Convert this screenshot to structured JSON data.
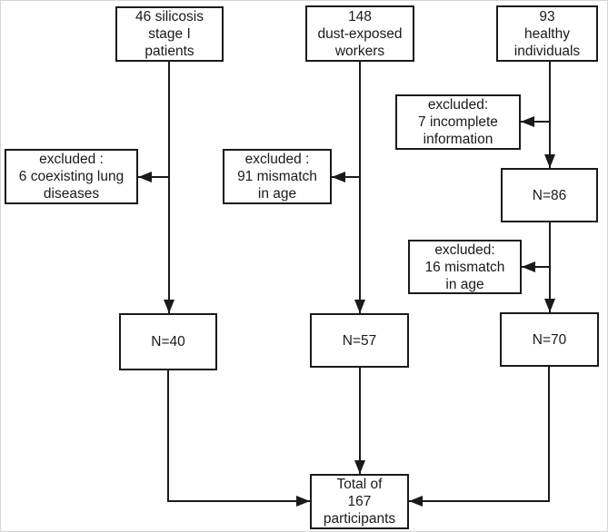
{
  "colors": {
    "ink": "#1a1a1a",
    "background": "#ffffff"
  },
  "nodes": {
    "silicosis": {
      "text": "46 silicosis\nstage I\npatients"
    },
    "dust": {
      "text": "148\ndust-exposed\nworkers"
    },
    "healthy": {
      "text": "93\nhealthy\nindividuals"
    },
    "excluded_lung": {
      "text": "excluded :\n6 coexisting lung\ndiseases"
    },
    "excluded_age_dust": {
      "text": "excluded :\n91 mismatch\nin age"
    },
    "excluded_incomplete": {
      "text": "excluded:\n7 incomplete\ninformation"
    },
    "n86": {
      "text": "N=86"
    },
    "excluded_age_healthy": {
      "text": "excluded:\n16 mismatch\nin age"
    },
    "n40": {
      "text": "N=40"
    },
    "n57": {
      "text": "N=57"
    },
    "n70": {
      "text": "N=70"
    },
    "total": {
      "text": "Total of\n167\nparticipants"
    }
  },
  "edges": [
    {
      "from": "silicosis",
      "to": "excluded_lung"
    },
    {
      "from": "silicosis",
      "to": "n40"
    },
    {
      "from": "dust",
      "to": "excluded_age_dust"
    },
    {
      "from": "dust",
      "to": "n57"
    },
    {
      "from": "healthy",
      "to": "excluded_incomplete"
    },
    {
      "from": "healthy",
      "to": "n86"
    },
    {
      "from": "n86",
      "to": "excluded_age_healthy"
    },
    {
      "from": "n86",
      "to": "n70"
    },
    {
      "from": "n40",
      "to": "total"
    },
    {
      "from": "n57",
      "to": "total"
    },
    {
      "from": "n70",
      "to": "total"
    }
  ]
}
